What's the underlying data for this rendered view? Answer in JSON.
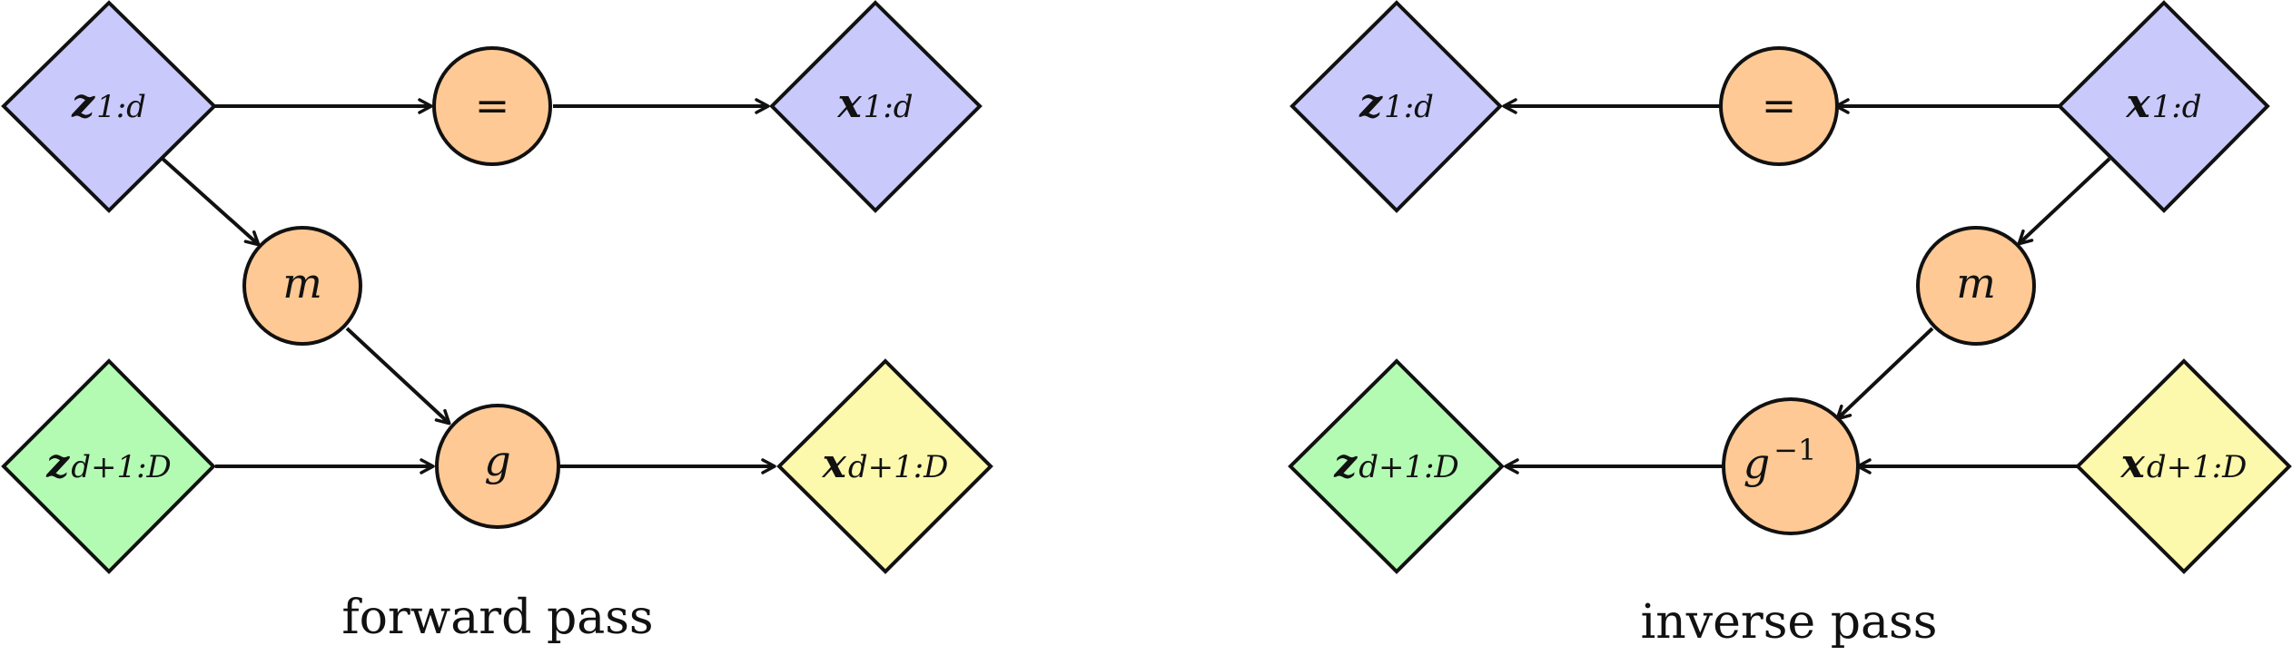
{
  "colors": {
    "blue_node": "#c9c9fb",
    "green_node": "#b3fbb3",
    "yellow_node": "#fdf9ac",
    "orange_node": "#fec994",
    "stroke": "#111111"
  },
  "forward": {
    "caption": "forward pass",
    "nodes": {
      "z1": {
        "main": "z",
        "sub": "1:d"
      },
      "eq": {
        "label": "="
      },
      "x1": {
        "main": "x",
        "sub": "1:d"
      },
      "m": {
        "label": "m"
      },
      "z2": {
        "main": "z",
        "sub": "d+1:D"
      },
      "g": {
        "label": "g"
      },
      "x2": {
        "main": "x",
        "sub": "d+1:D"
      }
    }
  },
  "inverse": {
    "caption": "inverse pass",
    "nodes": {
      "z1": {
        "main": "z",
        "sub": "1:d"
      },
      "eq": {
        "label": "="
      },
      "x1": {
        "main": "x",
        "sub": "1:d"
      },
      "m": {
        "label": "m"
      },
      "z2": {
        "main": "z",
        "sub": "d+1:D"
      },
      "ginv": {
        "label": "g",
        "sup": "−1"
      },
      "x2": {
        "main": "x",
        "sub": "d+1:D"
      }
    }
  }
}
